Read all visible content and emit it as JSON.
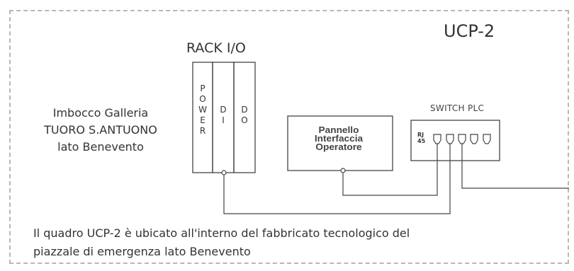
{
  "title": "UCP-2",
  "rack": {
    "label": "RACK I/O",
    "modules": [
      {
        "id": "power",
        "text": "P\nO\nW\nE\nR"
      },
      {
        "id": "di",
        "text": "D\nI"
      },
      {
        "id": "do",
        "text": "D\nO"
      }
    ]
  },
  "location": {
    "line1": "Imbocco Galleria",
    "line2": "TUORO S.ANTUONO",
    "line3": "lato Benevento"
  },
  "panel": {
    "line1": "Pannello",
    "line2": "Interfaccia",
    "line3": "Operatore"
  },
  "switch": {
    "label": "SWITCH PLC",
    "port_label": "RJ\n45"
  },
  "note": {
    "line1": "Il quadro UCP-2 è ubicato all'interno del fabbricato tecnologico del",
    "line2": "piazzale di emergenza lato Benevento"
  }
}
